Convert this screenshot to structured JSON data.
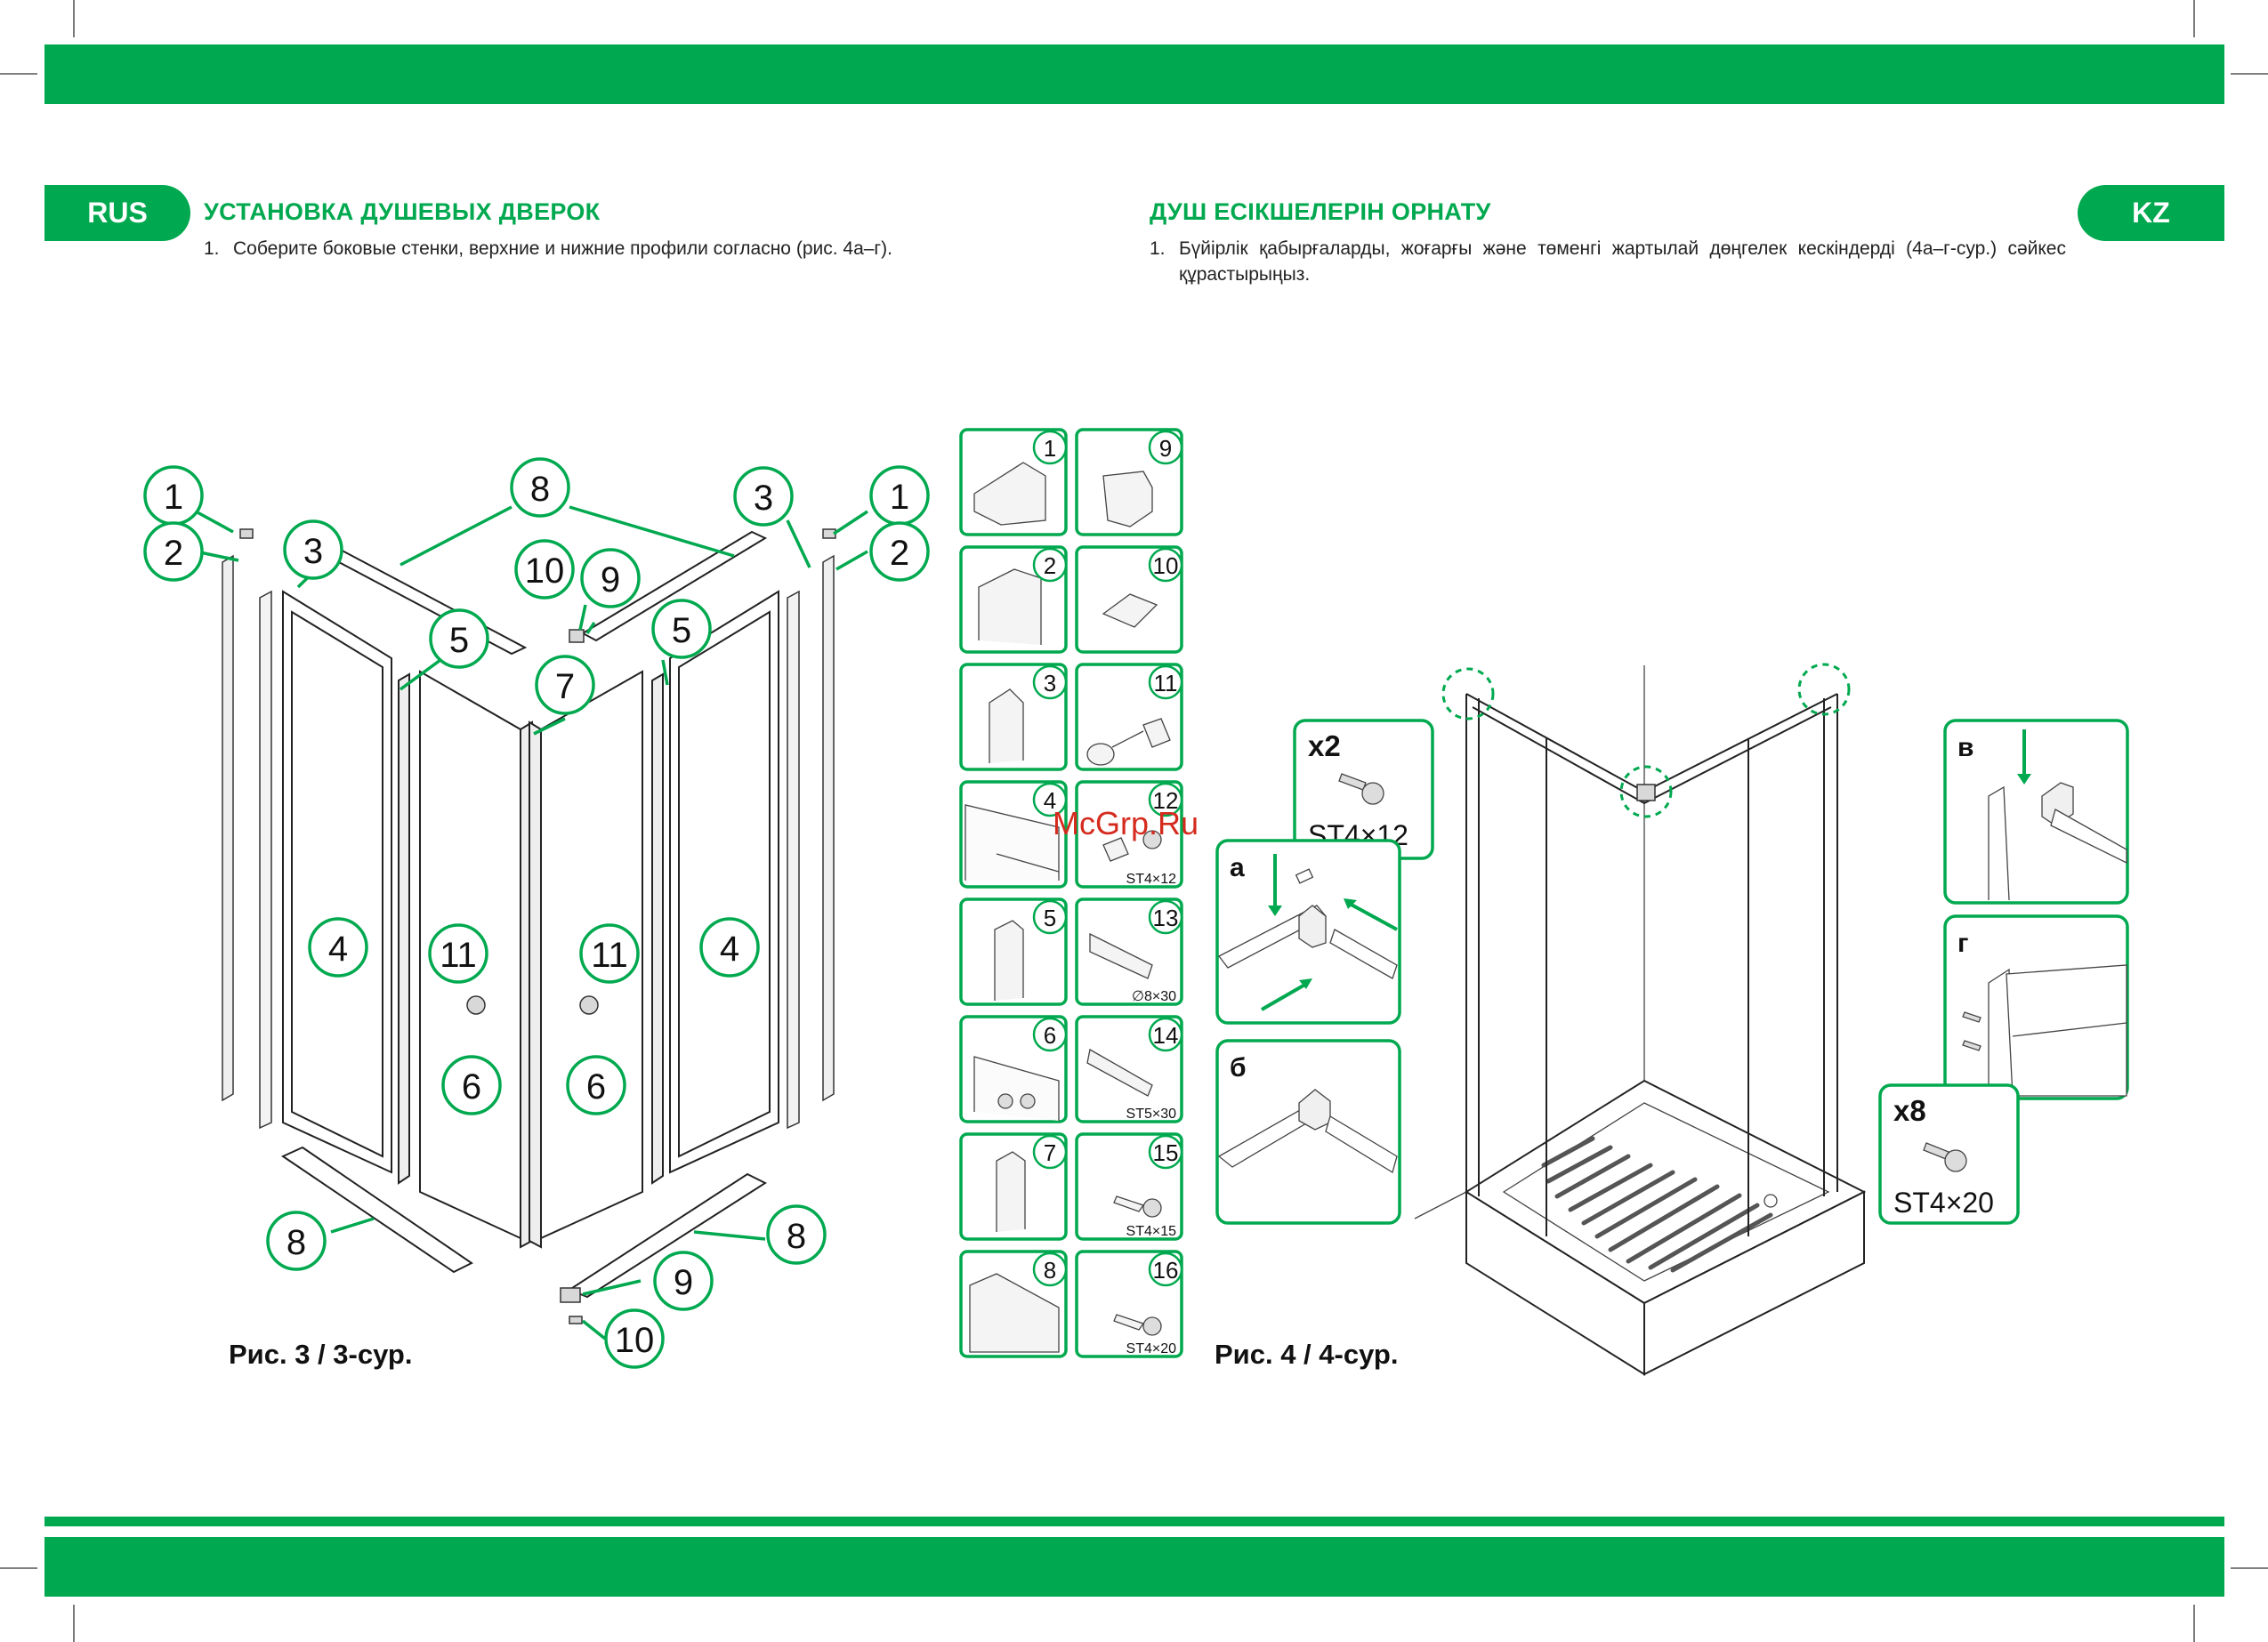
{
  "left": {
    "tab": "RUS",
    "heading": "УСТАНОВКА ДУШЕВЫХ ДВЕРОК",
    "step_number": "1.",
    "step_text": "Соберите боковые стенки, верхние и нижние профили согласно (рис. 4а–г)."
  },
  "right": {
    "tab": "KZ",
    "heading": "ДУШ ЕСІКШЕЛЕРІН ОРНАТУ",
    "step_number": "1.",
    "step_text": "Бүйірлік қабырғаларды, жоғарғы және төменгі жартылай дөңгелек кескіндерді (4а–г-сур.) сәйкес құрастырыңыз."
  },
  "figure3": {
    "caption": "Рис. 3 / 3-сур.",
    "callouts": [
      "1",
      "2",
      "3",
      "8",
      "10",
      "9",
      "5",
      "7",
      "5",
      "3",
      "1",
      "2",
      "4",
      "11",
      "11",
      "4",
      "6",
      "6",
      "8",
      "9",
      "8",
      "10"
    ]
  },
  "parts": [
    {
      "num": "1",
      "label": ""
    },
    {
      "num": "9",
      "label": ""
    },
    {
      "num": "2",
      "label": ""
    },
    {
      "num": "10",
      "label": ""
    },
    {
      "num": "3",
      "label": ""
    },
    {
      "num": "11",
      "label": ""
    },
    {
      "num": "4",
      "label": ""
    },
    {
      "num": "12",
      "label": "ST4×12"
    },
    {
      "num": "5",
      "label": ""
    },
    {
      "num": "13",
      "label": "∅8×30"
    },
    {
      "num": "6",
      "label": ""
    },
    {
      "num": "14",
      "label": "ST5×30"
    },
    {
      "num": "7",
      "label": ""
    },
    {
      "num": "15",
      "label": "ST4×15"
    },
    {
      "num": "8",
      "label": ""
    },
    {
      "num": "16",
      "label": "ST4×20"
    }
  ],
  "figure4": {
    "caption": "Рис. 4 / 4-сур.",
    "step_a": "а",
    "step_b": "б",
    "step_v": "в",
    "step_g": "г",
    "screw1_count": "x2",
    "screw1_size": "ST4×12",
    "screw2_count": "x8",
    "screw2_size": "ST4×20"
  },
  "watermark": "McGrp.Ru",
  "colors": {
    "brand_green": "#00a94f",
    "watermark_red": "#d52b1e"
  }
}
